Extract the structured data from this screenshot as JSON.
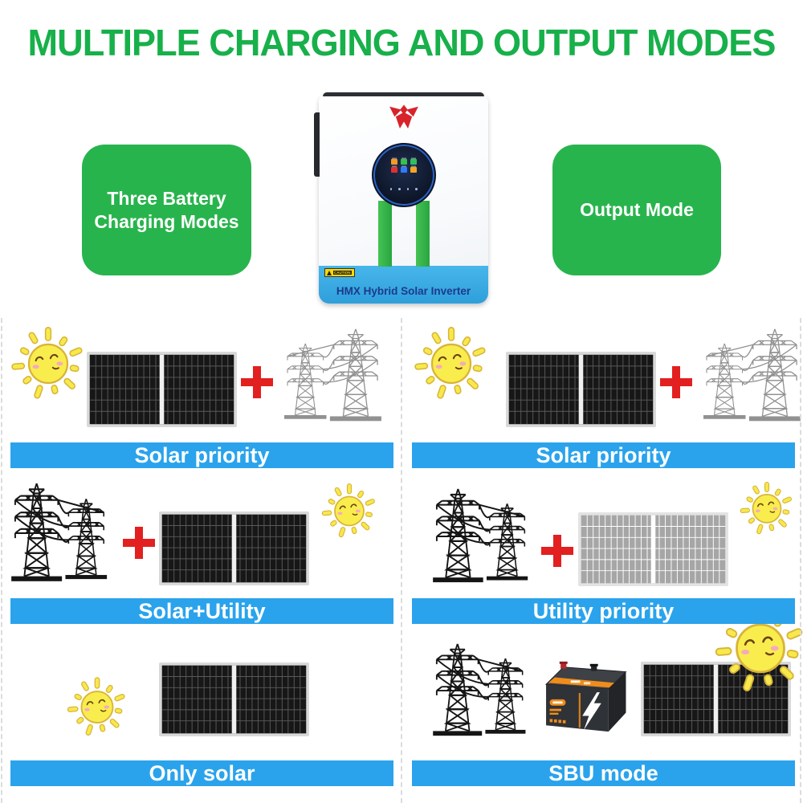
{
  "title": "MULTIPLE CHARGING AND OUTPUT MODES",
  "colors": {
    "title_green": "#17b04a",
    "box_green": "#28b44d",
    "banner_blue": "#2aa3ec",
    "plus_red": "#e2201f"
  },
  "feature_boxes": {
    "left": "Three Battery Charging Modes",
    "right": "Output Mode"
  },
  "inverter": {
    "name_label": "HMX Hybrid Solar Inverter",
    "caution_label": "CAUTION"
  },
  "modes": [
    {
      "name": "Solar priority",
      "icons": [
        "sun",
        "solar-panel",
        "plus",
        "power-towers"
      ]
    },
    {
      "name": "Solar priority",
      "icons": [
        "sun",
        "solar-panel",
        "plus",
        "power-towers"
      ]
    },
    {
      "name": "Solar+Utility",
      "icons": [
        "power-towers",
        "plus",
        "solar-panel",
        "sun"
      ]
    },
    {
      "name": "Utility priority",
      "icons": [
        "power-towers",
        "plus",
        "solar-panel-gray",
        "sun"
      ]
    },
    {
      "name": "Only solar",
      "icons": [
        "sun",
        "solar-panel"
      ]
    },
    {
      "name": "SBU mode",
      "icons": [
        "power-towers",
        "battery",
        "solar-panel",
        "sun"
      ]
    }
  ]
}
